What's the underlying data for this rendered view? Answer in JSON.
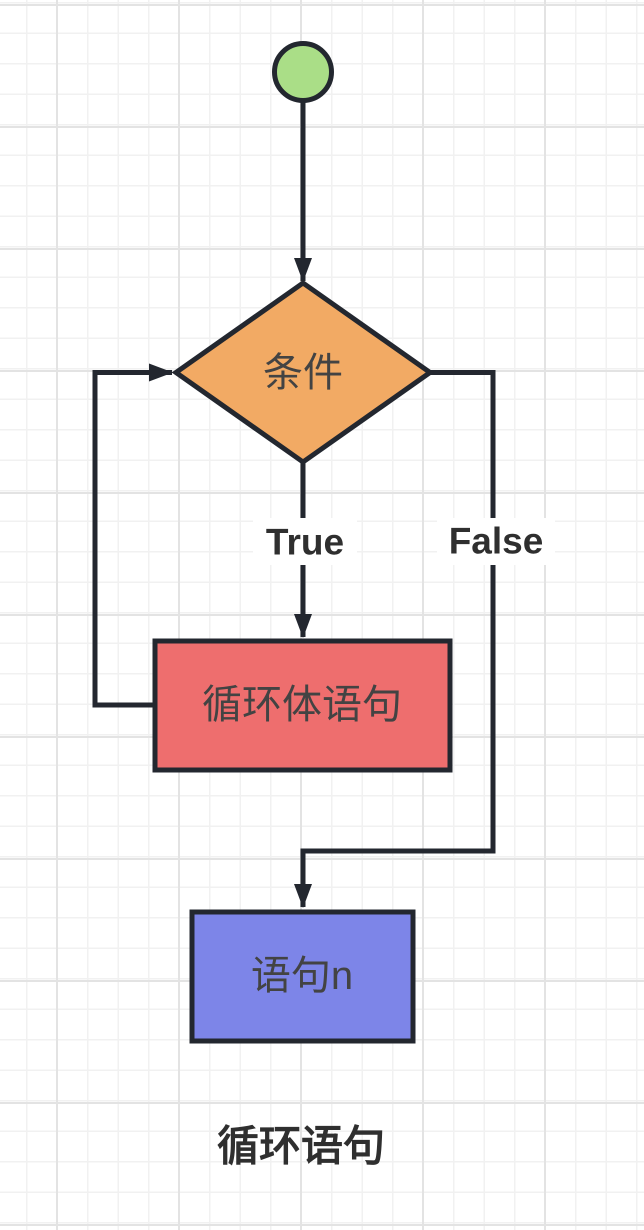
{
  "diagram": {
    "caption": "循环语句",
    "nodes": [
      {
        "id": "start",
        "type": "start-circle",
        "label": ""
      },
      {
        "id": "condition",
        "type": "decision",
        "label": "条件"
      },
      {
        "id": "loop-body",
        "type": "process",
        "label": "循环体语句"
      },
      {
        "id": "statement-n",
        "type": "process",
        "label": "语句n"
      }
    ],
    "edges": [
      {
        "from": "start",
        "to": "condition",
        "label": ""
      },
      {
        "from": "condition",
        "to": "loop-body",
        "label": "True"
      },
      {
        "from": "loop-body",
        "to": "condition",
        "label": ""
      },
      {
        "from": "condition",
        "to": "statement-n",
        "label": "False"
      }
    ]
  },
  "colors": {
    "canvas-bg": "#ffffff",
    "grid-minor": "#f1f1f1",
    "grid-major": "#e3e3e3",
    "stroke": "#23272f",
    "node-text": "#434343",
    "label-text": "#2f2f2f",
    "label-bg": "#ffffff",
    "start-fill": "#aade87",
    "condition-fill": "#f2aa64",
    "loop-body-fill": "#ee6e6e",
    "statement-fill": "#7d85e8"
  }
}
